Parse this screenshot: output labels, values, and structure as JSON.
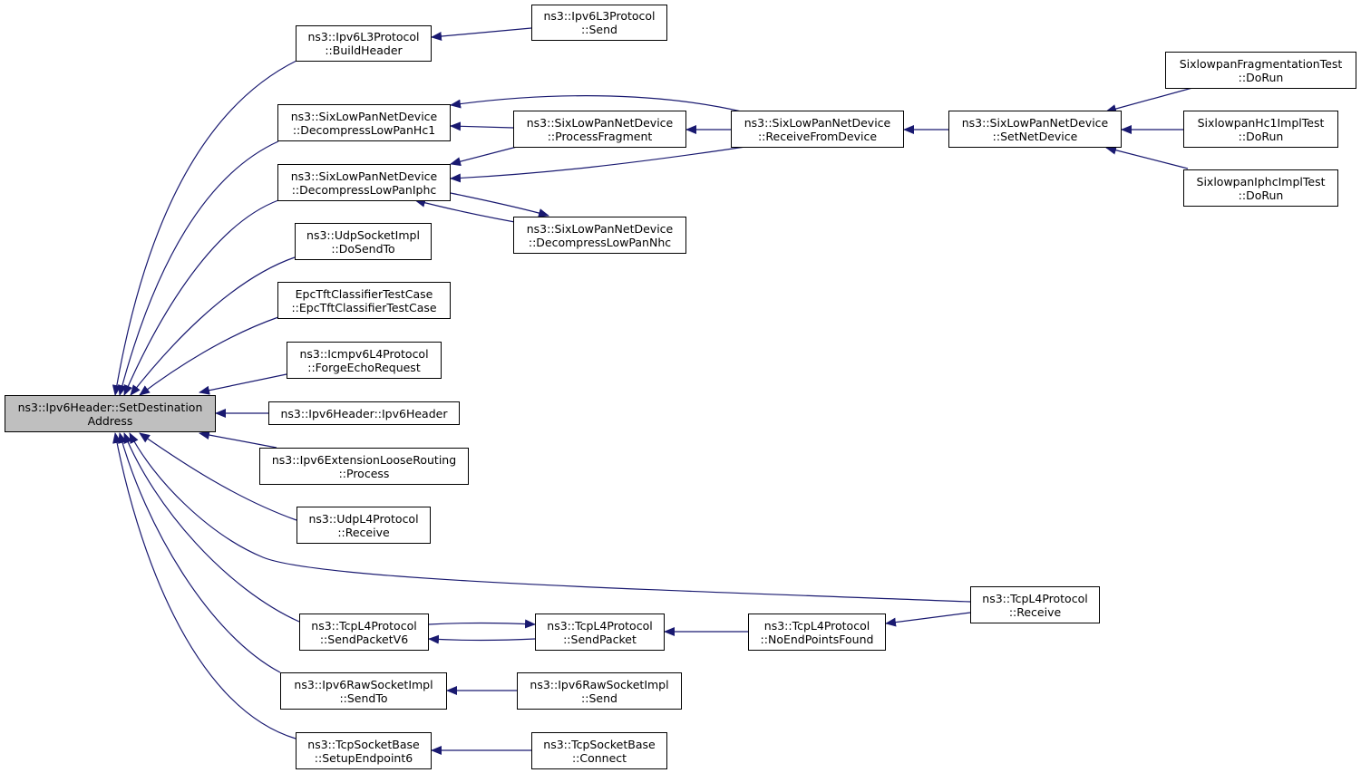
{
  "colors": {
    "edge": "#191970",
    "node_border": "#000000",
    "root_fill": "#bfbfbf",
    "node_fill": "#ffffff"
  },
  "nodes": {
    "root": {
      "line1": "ns3::Ipv6Header::SetDestination",
      "line2": "Address"
    },
    "buildheader": {
      "line1": "ns3::Ipv6L3Protocol",
      "line2": "::BuildHeader"
    },
    "l3send": {
      "line1": "ns3::Ipv6L3Protocol",
      "line2": "::Send"
    },
    "dechc1": {
      "line1": "ns3::SixLowPanNetDevice",
      "line2": "::DecompressLowPanHc1"
    },
    "procfrag": {
      "line1": "ns3::SixLowPanNetDevice",
      "line2": "::ProcessFragment"
    },
    "recvdev": {
      "line1": "ns3::SixLowPanNetDevice",
      "line2": "::ReceiveFromDevice"
    },
    "setnetdev": {
      "line1": "ns3::SixLowPanNetDevice",
      "line2": "::SetNetDevice"
    },
    "fragtest": {
      "line1": "SixlowpanFragmentationTest",
      "line2": "::DoRun"
    },
    "hc1test": {
      "line1": "SixlowpanHc1ImplTest",
      "line2": "::DoRun"
    },
    "iphctest": {
      "line1": "SixlowpanIphcImplTest",
      "line2": "::DoRun"
    },
    "deciphc": {
      "line1": "ns3::SixLowPanNetDevice",
      "line2": "::DecompressLowPanIphc"
    },
    "decnhc": {
      "line1": "ns3::SixLowPanNetDevice",
      "line2": "::DecompressLowPanNhc"
    },
    "udpsendto": {
      "line1": "ns3::UdpSocketImpl",
      "line2": "::DoSendTo"
    },
    "epctft": {
      "line1": "EpcTftClassifierTestCase",
      "line2": "::EpcTftClassifierTestCase"
    },
    "forgeecho": {
      "line1": "ns3::Icmpv6L4Protocol",
      "line2": "::ForgeEchoRequest"
    },
    "ipv6header": {
      "line1": "ns3::Ipv6Header::Ipv6Header",
      "line2": ""
    },
    "looserouting": {
      "line1": "ns3::Ipv6ExtensionLooseRouting",
      "line2": "::Process"
    },
    "udprecv": {
      "line1": "ns3::UdpL4Protocol",
      "line2": "::Receive"
    },
    "tcprecv": {
      "line1": "ns3::TcpL4Protocol",
      "line2": "::Receive"
    },
    "sendpktv6": {
      "line1": "ns3::TcpL4Protocol",
      "line2": "::SendPacketV6"
    },
    "sendpkt": {
      "line1": "ns3::TcpL4Protocol",
      "line2": "::SendPacket"
    },
    "noendpoints": {
      "line1": "ns3::TcpL4Protocol",
      "line2": "::NoEndPointsFound"
    },
    "rawsendto": {
      "line1": "ns3::Ipv6RawSocketImpl",
      "line2": "::SendTo"
    },
    "rawsend": {
      "line1": "ns3::Ipv6RawSocketImpl",
      "line2": "::Send"
    },
    "setupep6": {
      "line1": "ns3::TcpSocketBase",
      "line2": "::SetupEndpoint6"
    },
    "connect": {
      "line1": "ns3::TcpSocketBase",
      "line2": "::Connect"
    }
  }
}
